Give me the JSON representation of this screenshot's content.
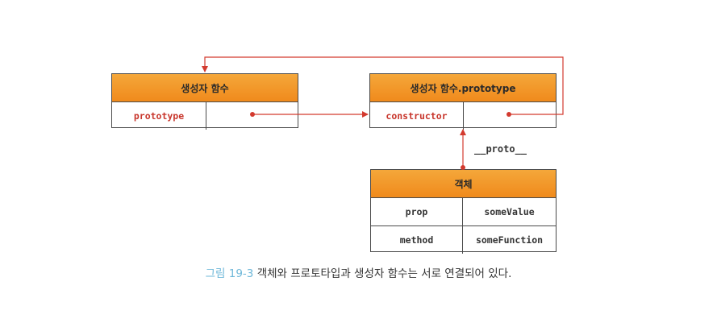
{
  "constructor_box": {
    "title": "생성자 함수",
    "row": {
      "key": "prototype",
      "value": ""
    }
  },
  "prototype_box": {
    "title": "생성자 함수.prototype",
    "row": {
      "key": "constructor",
      "value": ""
    }
  },
  "object_box": {
    "title": "객체",
    "rows": [
      {
        "key": "prop",
        "value": "someValue"
      },
      {
        "key": "method",
        "value": "someFunction"
      }
    ]
  },
  "proto_link_label": "__proto__",
  "caption": {
    "number": "그림 19-3",
    "text": "객체와 프로토타입과 생성자 함수는 서로 연결되어 있다."
  },
  "colors": {
    "header_fill": "#f08a1c",
    "key_red": "#c8362c",
    "arrow_red": "#d33a2f",
    "caption_blue": "#6fb8d9"
  }
}
